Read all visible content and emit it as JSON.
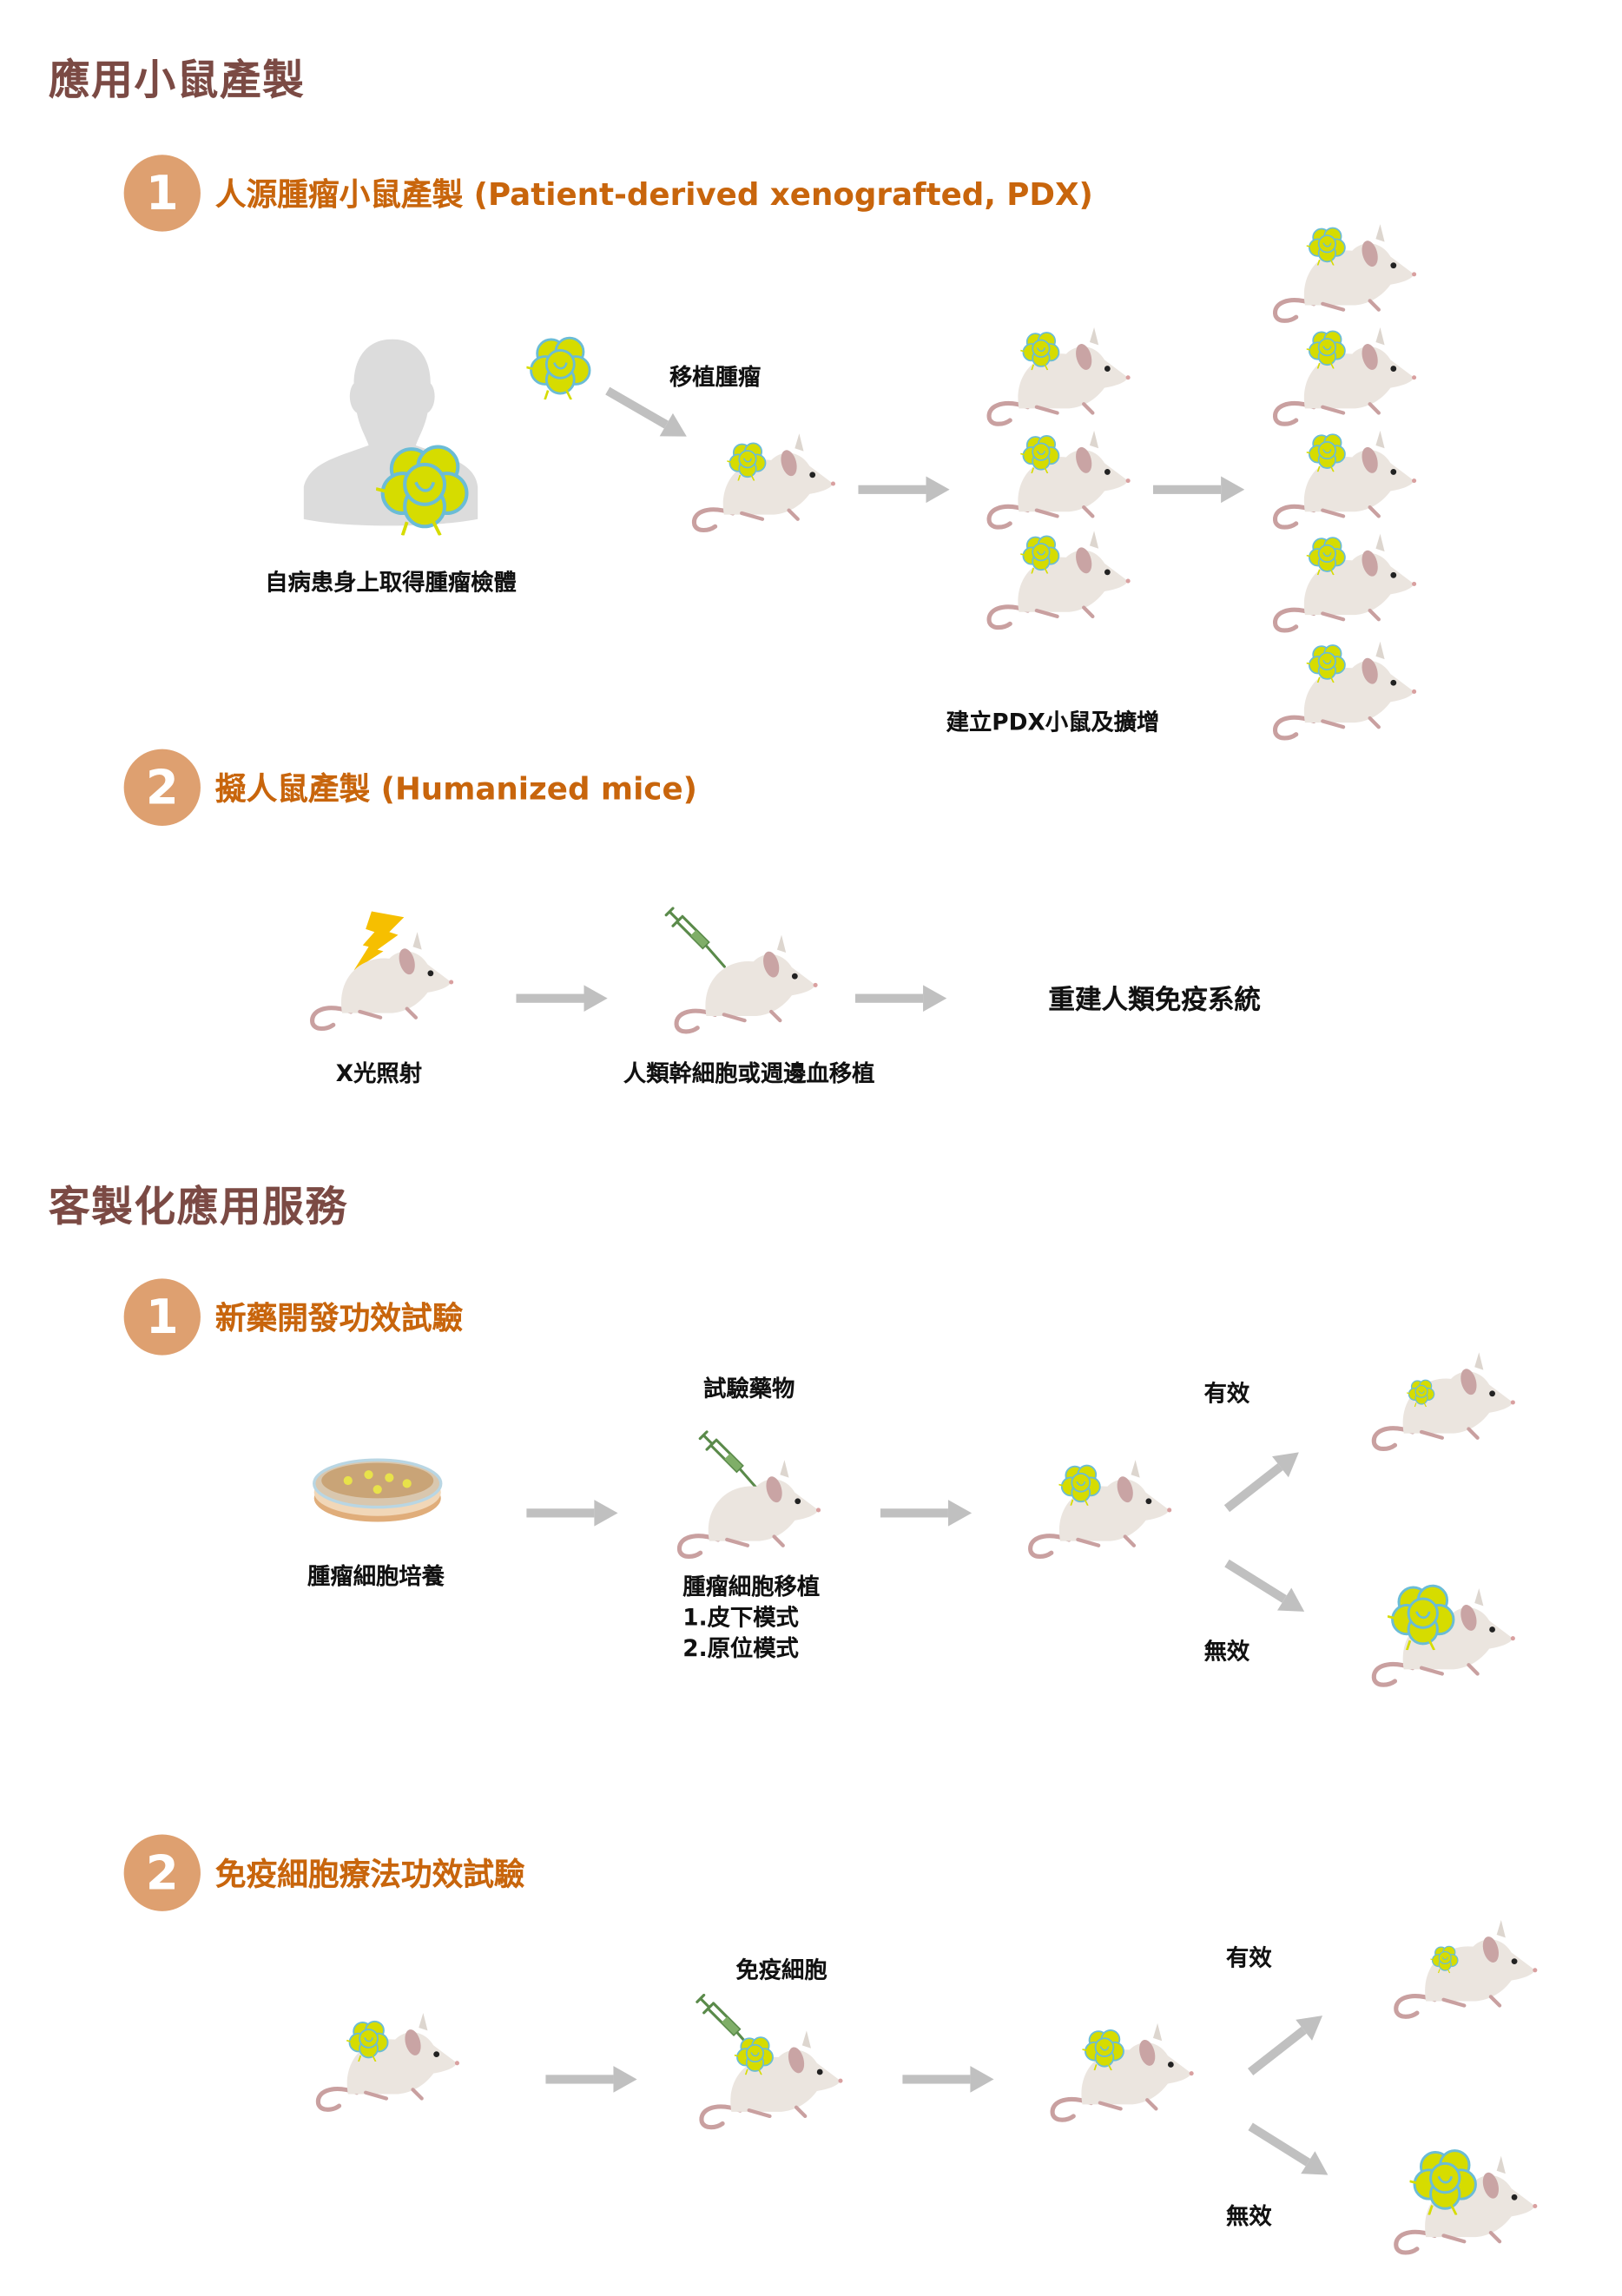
{
  "section1": {
    "title": "應用小鼠產製",
    "step1": {
      "number": "1",
      "heading": "人源腫瘤小鼠產製 (Patient-derived xenografted, PDX)",
      "patient_label": "自病患身上取得腫瘤檢體",
      "transplant_label": "移植腫瘤",
      "expand_label": "建立PDX小鼠及擴增"
    },
    "step2": {
      "number": "2",
      "heading": "擬人鼠產製 (Humanized mice)",
      "xray_label": "X光照射",
      "transplant_label": "人類幹細胞或週邊血移植",
      "result_label": "重建人類免疫系統"
    }
  },
  "section2": {
    "title": "客製化應用服務",
    "step1": {
      "number": "1",
      "heading": "新藥開發功效試驗",
      "culture_label": "腫瘤細胞培養",
      "drug_label": "試驗藥物",
      "implant_lines": [
        "腫瘤細胞移植",
        "1.皮下模式",
        "2.原位模式"
      ],
      "effective_label": "有效",
      "ineffective_label": "無效"
    },
    "step2": {
      "number": "2",
      "heading": "免疫細胞療法功效試驗",
      "cells_label": "免疫細胞",
      "effective_label": "有效",
      "ineffective_label": "無效"
    }
  },
  "colors": {
    "title": "#7b4a44",
    "heading": "#c8650c",
    "badge": "#dea070",
    "arrow": "#c0c0c0",
    "tumor": "#d6dc00",
    "tumor_outline": "#6bbcd6"
  }
}
